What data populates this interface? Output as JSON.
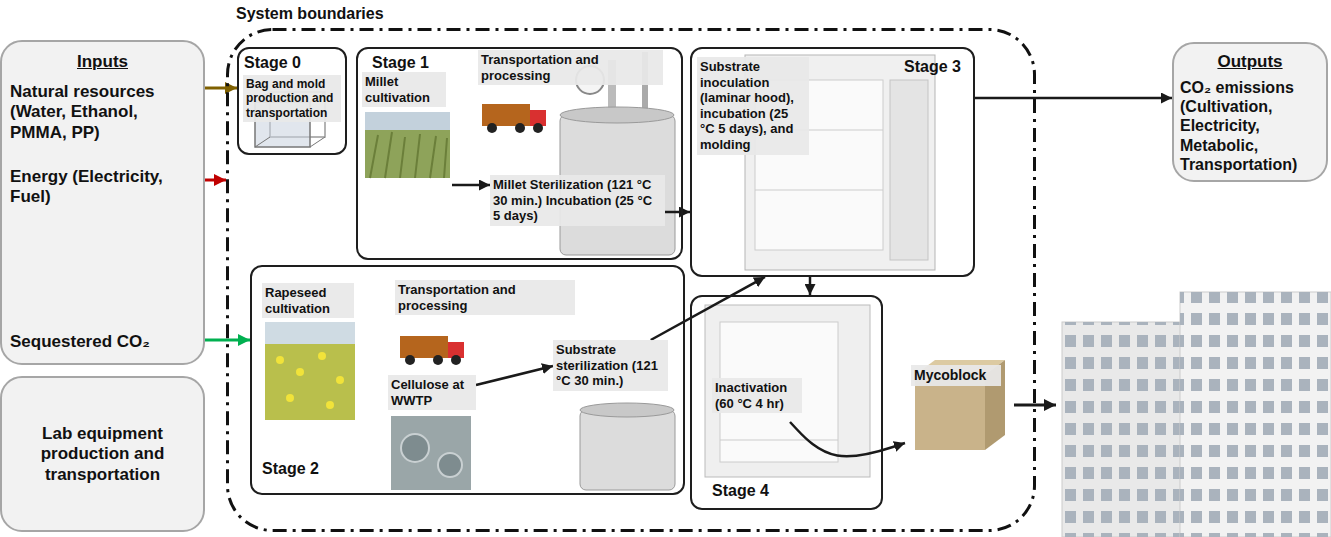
{
  "diagram": {
    "nodes": [
      {
        "text": [
          "System boundaries"
        ]
      },
      {
        "text": [
          "Inputs",
          "Natural resources (Water, Ethanol, PMMA, PP)",
          "Energy (Electricity, Fuel)",
          "Sequestered CO₂"
        ]
      },
      {
        "text": [
          "Lab equipment production and transportation"
        ]
      },
      {
        "text": [
          "Stage 0",
          "Bag and mold production and transportation"
        ],
        "in": 0
      },
      {
        "text": [
          "Stage 1"
        ],
        "in": 0
      },
      {
        "text": [
          "Millet cultivation"
        ],
        "in": 4
      },
      {
        "text": [
          "Transportation and processing"
        ],
        "in": 4
      },
      {
        "text": [
          "Millet Sterilization (121 °C 30 min.) Incubation (25 °C 5 days)"
        ],
        "in": 4
      },
      {
        "text": [
          "Stage 2"
        ],
        "in": 0
      },
      {
        "text": [
          "Rapeseed cultivation"
        ],
        "in": 8
      },
      {
        "text": [
          "Transportation and processing"
        ],
        "in": 8
      },
      {
        "text": [
          "Cellulose at WWTP"
        ],
        "in": 8
      },
      {
        "text": [
          "Substrate sterilization (121 °C 30 min.)"
        ],
        "in": 8
      },
      {
        "text": [
          "Stage 3",
          "Substrate inoculation (laminar hood), incubation (25 °C 5 days), and molding"
        ],
        "in": 0
      },
      {
        "text": [
          "Stage 4"
        ],
        "in": 0
      },
      {
        "text": [
          "Inactivation (60 °C 4 hr)"
        ],
        "in": 14
      },
      {
        "text": [
          "Mycoblock"
        ],
        "in": 0
      },
      {
        "text": [
          "Outputs",
          "CO₂ emissions (Cultivation, Electricity, Metabolic, Transportation)"
        ]
      }
    ],
    "edges": [
      {
        "from": 1,
        "to": 3,
        "arrow": "to"
      },
      {
        "from": 1,
        "to": 0,
        "arrow": "to"
      },
      {
        "from": 1,
        "to": 8,
        "arrow": "to"
      },
      {
        "from": 5,
        "to": 7,
        "arrow": "to"
      },
      {
        "from": 11,
        "to": 12,
        "arrow": "to"
      },
      {
        "from": 7,
        "to": 13,
        "arrow": "to"
      },
      {
        "from": 12,
        "to": 13,
        "arrow": "to"
      },
      {
        "from": 13,
        "to": 14,
        "arrow": "to"
      },
      {
        "from": 15,
        "to": 16,
        "arrow": "to"
      },
      {
        "from": 13,
        "to": 17,
        "arrow": "to"
      }
    ]
  }
}
